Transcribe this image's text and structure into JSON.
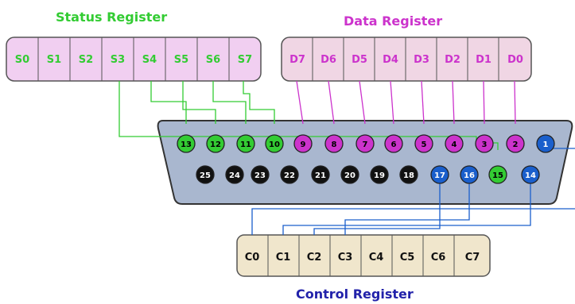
{
  "status_register": {
    "title": "Status Register",
    "bits": [
      "S0",
      "S1",
      "S2",
      "S3",
      "S4",
      "S5",
      "S6",
      "S7"
    ]
  },
  "data_register": {
    "title": "Data Register",
    "bits": [
      "D7",
      "D6",
      "D5",
      "D4",
      "D3",
      "D2",
      "D1",
      "D0"
    ]
  },
  "control_register": {
    "title": "Control Register",
    "bits": [
      "C0",
      "C1",
      "C2",
      "C3",
      "C4",
      "C5",
      "C6",
      "C7"
    ]
  },
  "connector": {
    "top_row_pins": [
      "13",
      "12",
      "11",
      "10",
      "9",
      "8",
      "7",
      "6",
      "5",
      "4",
      "3",
      "2",
      "1"
    ],
    "bottom_row_pins": [
      "25",
      "24",
      "23",
      "22",
      "21",
      "20",
      "19",
      "18",
      "17",
      "16",
      "15",
      "14"
    ]
  },
  "colors": {
    "status": "#33cc33",
    "data": "#cc33cc",
    "control": "#1a5fcc",
    "ground": "#111111",
    "status_bg": "#f1cff1",
    "data_bg": "#f0d6e4",
    "control_bg": "#f0e6cc",
    "connector_shell": "#a9b7cf"
  }
}
